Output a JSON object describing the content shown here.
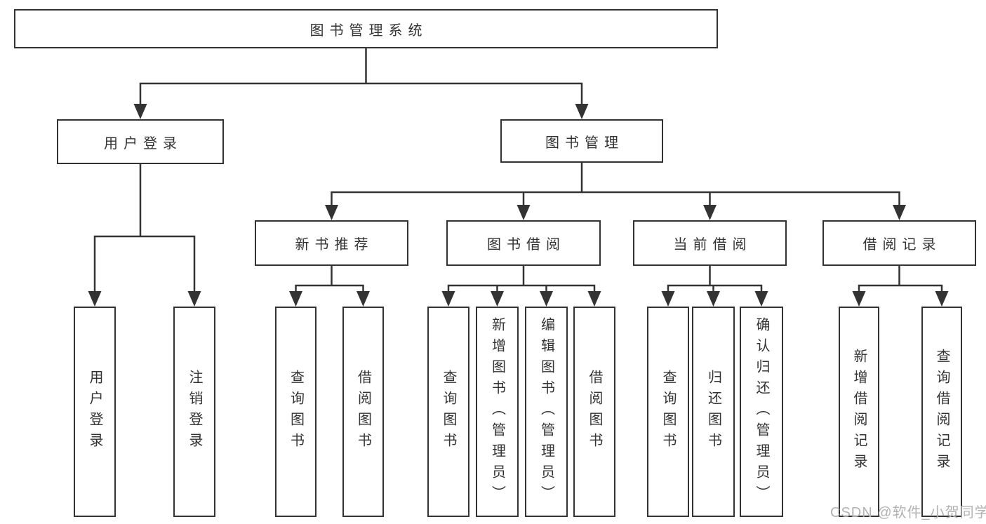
{
  "diagram": {
    "root": {
      "label": "图书管理系统"
    },
    "user_login": {
      "label": "用户登录",
      "children": {
        "login": {
          "label": "用户登录"
        },
        "logout": {
          "label": "注销登录"
        }
      }
    },
    "book_mgmt": {
      "label": "图书管理",
      "children": {
        "new_book": {
          "label": "新书推荐",
          "children": {
            "query": {
              "label": "查询图书"
            },
            "borrow": {
              "label": "借阅图书"
            }
          }
        },
        "borrowing": {
          "label": "图书借阅",
          "children": {
            "query": {
              "label": "查询图书"
            },
            "add": {
              "label": "新增图书（管理员）"
            },
            "edit": {
              "label": "编辑图书（管理员）"
            },
            "borrow": {
              "label": "借阅图书"
            }
          }
        },
        "current": {
          "label": "当前借阅",
          "children": {
            "query": {
              "label": "查询图书"
            },
            "return": {
              "label": "归还图书"
            },
            "confirm": {
              "label": "确认归还（管理员）"
            }
          }
        },
        "records": {
          "label": "借阅记录",
          "children": {
            "add": {
              "label": "新增借阅记录"
            },
            "query": {
              "label": "查询借阅记录"
            }
          }
        }
      }
    }
  },
  "watermark": {
    "text": "CSDN @软件_小贺同学",
    "color": "#b2b2b2"
  },
  "colors": {
    "line": "#333333",
    "box_border": "#333333",
    "box_fill": "#ffffff",
    "text": "#333333",
    "background": "#ffffff"
  }
}
